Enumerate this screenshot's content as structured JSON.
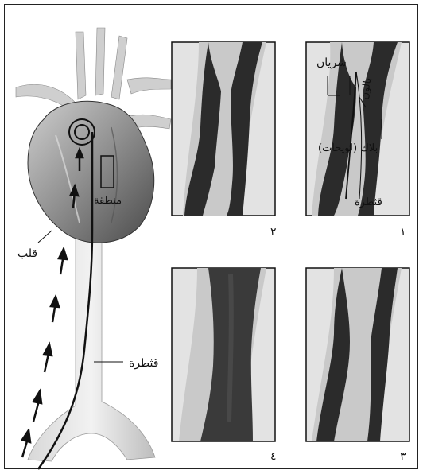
{
  "labels": {
    "artery": "شريان",
    "balloon": "بالون",
    "plaque": "بلاك (لويحات)",
    "catheter_panel": "قثطرة",
    "heart": "قلب",
    "catheter_main": "قثطرة",
    "area": "منطقة"
  },
  "panels": [
    {
      "number": "١"
    },
    {
      "number": "٢"
    },
    {
      "number": "٣"
    },
    {
      "number": "٤"
    }
  ],
  "colors": {
    "ink": "#111111",
    "vessel_wall": "#dcdcdc",
    "plaque_dark": "#2b2b2b",
    "lumen": "#f4f4f4"
  }
}
